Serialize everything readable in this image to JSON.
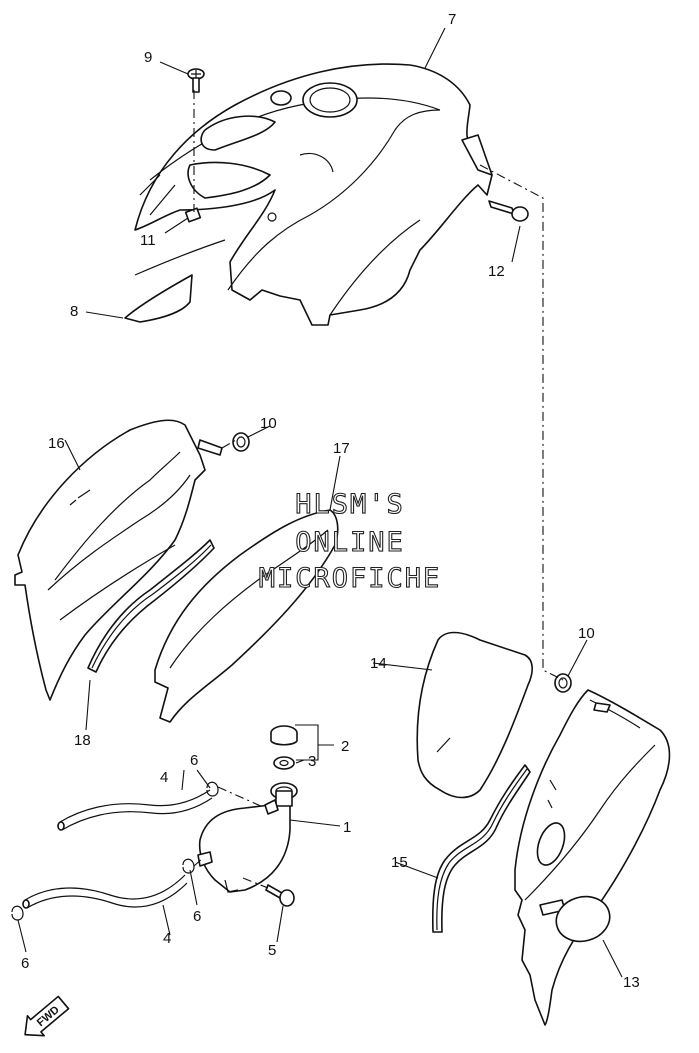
{
  "watermark": {
    "line1": "HLSM'S",
    "line2": "ONLINE",
    "line3": "MICROFICHE"
  },
  "direction_badge": "FWD",
  "callouts": {
    "c1": "1",
    "c2": "2",
    "c3": "3",
    "c4a": "4",
    "c4b": "4",
    "c5": "5",
    "c6a": "6",
    "c6b": "6",
    "c6c": "6",
    "c7": "7",
    "c8": "8",
    "c9": "9",
    "c10a": "10",
    "c10b": "10",
    "c11": "11",
    "c12": "12",
    "c13": "13",
    "c14": "14",
    "c15": "15",
    "c16": "16",
    "c17": "17",
    "c18": "18"
  }
}
